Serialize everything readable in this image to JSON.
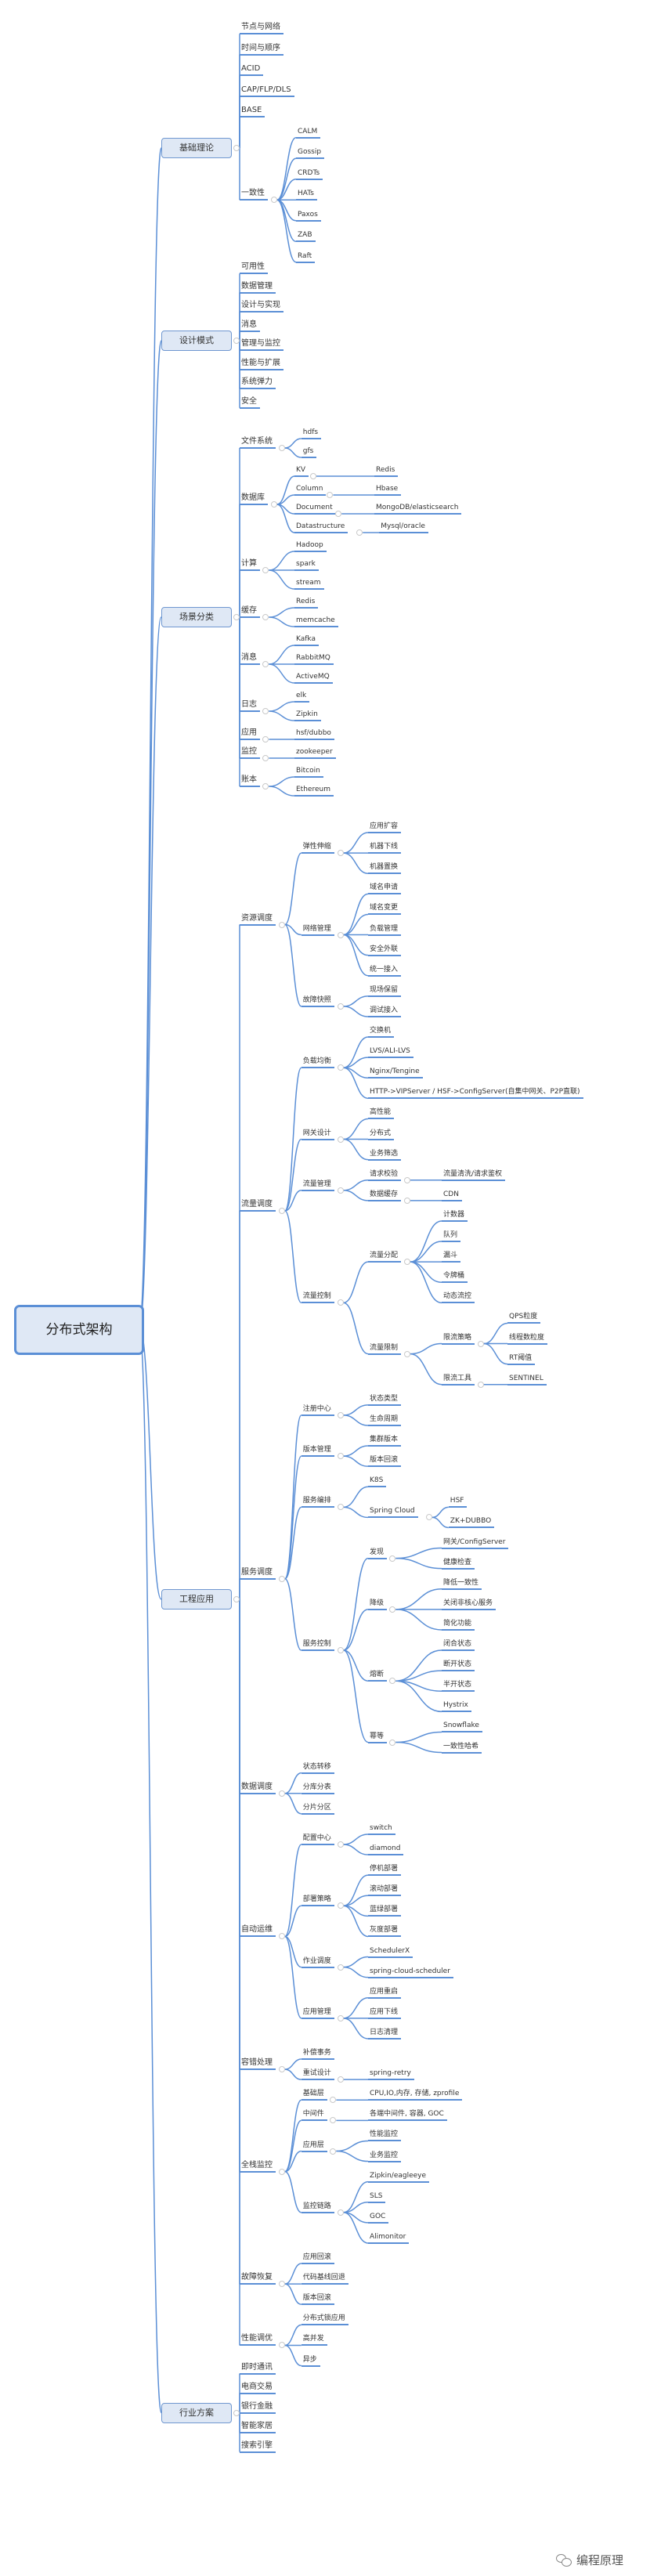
{
  "root": "分布式架构",
  "watermark": "编程原理",
  "sections": [
    {
      "label": "基础理论",
      "children": [
        {
          "label": "节点与网络"
        },
        {
          "label": "时间与顺序"
        },
        {
          "label": "ACID"
        },
        {
          "label": "CAP/FLP/DLS"
        },
        {
          "label": "BASE"
        },
        {
          "label": "一致性",
          "children": [
            {
              "label": "CALM"
            },
            {
              "label": "Gossip"
            },
            {
              "label": "CRDTs"
            },
            {
              "label": "HATs"
            },
            {
              "label": "Paxos"
            },
            {
              "label": "ZAB"
            },
            {
              "label": "Raft"
            }
          ]
        }
      ]
    },
    {
      "label": "设计模式",
      "children": [
        {
          "label": "可用性"
        },
        {
          "label": "数据管理"
        },
        {
          "label": "设计与实现"
        },
        {
          "label": "消息"
        },
        {
          "label": "管理与监控"
        },
        {
          "label": "性能与扩展"
        },
        {
          "label": "系统弹力"
        },
        {
          "label": "安全"
        }
      ]
    },
    {
      "label": "场景分类",
      "children": [
        {
          "label": "文件系统",
          "children": [
            {
              "label": "hdfs"
            },
            {
              "label": "gfs"
            }
          ]
        },
        {
          "label": "数据库",
          "children": [
            {
              "label": "KV",
              "children": [
                {
                  "label": "Redis"
                }
              ]
            },
            {
              "label": "Column",
              "children": [
                {
                  "label": "Hbase"
                }
              ]
            },
            {
              "label": "Document",
              "children": [
                {
                  "label": "MongoDB/elasticsearch"
                }
              ]
            },
            {
              "label": "Datastructure",
              "children": [
                {
                  "label": "Mysql/oracle"
                }
              ]
            }
          ]
        },
        {
          "label": "计算",
          "children": [
            {
              "label": "Hadoop"
            },
            {
              "label": "spark"
            },
            {
              "label": "stream"
            }
          ]
        },
        {
          "label": "缓存",
          "children": [
            {
              "label": "Redis"
            },
            {
              "label": "memcache"
            }
          ]
        },
        {
          "label": "消息",
          "children": [
            {
              "label": "Kafka"
            },
            {
              "label": "RabbitMQ"
            },
            {
              "label": "ActiveMQ"
            }
          ]
        },
        {
          "label": "日志",
          "children": [
            {
              "label": "elk"
            },
            {
              "label": "Zipkin"
            }
          ]
        },
        {
          "label": "应用",
          "children": [
            {
              "label": "hsf/dubbo"
            }
          ]
        },
        {
          "label": "监控",
          "children": [
            {
              "label": "zookeeper"
            }
          ]
        },
        {
          "label": "账本",
          "children": [
            {
              "label": "Bitcoin"
            },
            {
              "label": "Ethereum"
            }
          ]
        }
      ]
    },
    {
      "label": "工程应用",
      "children": [
        {
          "label": "资源调度",
          "children": [
            {
              "label": "弹性伸缩",
              "children": [
                {
                  "label": "应用扩容"
                },
                {
                  "label": "机器下线"
                },
                {
                  "label": "机器置换"
                }
              ]
            },
            {
              "label": "网络管理",
              "children": [
                {
                  "label": "域名申请"
                },
                {
                  "label": "域名变更"
                },
                {
                  "label": "负载管理"
                },
                {
                  "label": "安全外联"
                },
                {
                  "label": "统一接入"
                }
              ]
            },
            {
              "label": "故障快照",
              "children": [
                {
                  "label": "现场保留"
                },
                {
                  "label": "调试接入"
                }
              ]
            }
          ]
        },
        {
          "label": "流量调度",
          "children": [
            {
              "label": "负载均衡",
              "children": [
                {
                  "label": "交换机"
                },
                {
                  "label": "LVS/ALI-LVS"
                },
                {
                  "label": "Nginx/Tengine"
                },
                {
                  "label": "HTTP->VIPServer / HSF->ConfigServer(自集中网关、P2P直联)"
                }
              ]
            },
            {
              "label": "网关设计",
              "children": [
                {
                  "label": "高性能"
                },
                {
                  "label": "分布式"
                },
                {
                  "label": "业务筛选"
                }
              ]
            },
            {
              "label": "流量管理",
              "children": [
                {
                  "label": "请求校验",
                  "children": [
                    {
                      "label": "流量清洗/请求鉴权"
                    }
                  ]
                },
                {
                  "label": "数据缓存",
                  "children": [
                    {
                      "label": "CDN"
                    }
                  ]
                }
              ]
            },
            {
              "label": "流量控制",
              "children": [
                {
                  "label": "流量分配",
                  "children": [
                    {
                      "label": "计数器"
                    },
                    {
                      "label": "队列"
                    },
                    {
                      "label": "漏斗"
                    },
                    {
                      "label": "令牌桶"
                    },
                    {
                      "label": "动态流控"
                    }
                  ]
                },
                {
                  "label": "流量限制",
                  "children": [
                    {
                      "label": "限流策略",
                      "children": [
                        {
                          "label": "QPS粒度"
                        },
                        {
                          "label": "线程数粒度"
                        },
                        {
                          "label": "RT阈值"
                        }
                      ]
                    },
                    {
                      "label": "限流工具",
                      "children": [
                        {
                          "label": "SENTINEL"
                        }
                      ]
                    }
                  ]
                }
              ]
            }
          ]
        },
        {
          "label": "服务调度",
          "children": [
            {
              "label": "注册中心",
              "children": [
                {
                  "label": "状态类型"
                },
                {
                  "label": "生命周期"
                }
              ]
            },
            {
              "label": "版本管理",
              "children": [
                {
                  "label": "集群版本"
                },
                {
                  "label": "版本回滚"
                }
              ]
            },
            {
              "label": "服务编排",
              "children": [
                {
                  "label": "K8S"
                },
                {
                  "label": "Spring Cloud",
                  "children": [
                    {
                      "label": "HSF"
                    },
                    {
                      "label": "ZK+DUBBO"
                    }
                  ]
                }
              ]
            },
            {
              "label": "服务控制",
              "children": [
                {
                  "label": "发现",
                  "children": [
                    {
                      "label": "网关/ConfigServer"
                    },
                    {
                      "label": "健康检查"
                    }
                  ]
                },
                {
                  "label": "降级",
                  "children": [
                    {
                      "label": "降低一致性"
                    },
                    {
                      "label": "关闭非核心服务"
                    },
                    {
                      "label": "简化功能"
                    }
                  ]
                },
                {
                  "label": "熔断",
                  "children": [
                    {
                      "label": "闭合状态"
                    },
                    {
                      "label": "断开状态"
                    },
                    {
                      "label": "半开状态"
                    },
                    {
                      "label": "Hystrix"
                    }
                  ]
                },
                {
                  "label": "幂等",
                  "children": [
                    {
                      "label": "Snowflake"
                    },
                    {
                      "label": "一致性哈希"
                    }
                  ]
                }
              ]
            }
          ]
        },
        {
          "label": "数据调度",
          "children": [
            {
              "label": "状态转移"
            },
            {
              "label": "分库分表"
            },
            {
              "label": "分片分区"
            }
          ]
        },
        {
          "label": "自动运维",
          "children": [
            {
              "label": "配置中心",
              "children": [
                {
                  "label": "switch"
                },
                {
                  "label": "diamond"
                }
              ]
            },
            {
              "label": "部署策略",
              "children": [
                {
                  "label": "停机部署"
                },
                {
                  "label": "滚动部署"
                },
                {
                  "label": "蓝绿部署"
                },
                {
                  "label": "灰度部署"
                }
              ]
            },
            {
              "label": "作业调度",
              "children": [
                {
                  "label": "SchedulerX"
                },
                {
                  "label": "spring-cloud-scheduler"
                }
              ]
            },
            {
              "label": "应用管理",
              "children": [
                {
                  "label": "应用重启"
                },
                {
                  "label": "应用下线"
                },
                {
                  "label": "日志清理"
                }
              ]
            }
          ]
        },
        {
          "label": "容错处理",
          "children": [
            {
              "label": "补偿事务"
            },
            {
              "label": "重试设计",
              "children": [
                {
                  "label": "spring-retry"
                }
              ]
            }
          ]
        },
        {
          "label": "全栈监控",
          "children": [
            {
              "label": "基础层",
              "children": [
                {
                  "label": "CPU,IO,内存, 存储, zprofile"
                }
              ]
            },
            {
              "label": "中间件",
              "children": [
                {
                  "label": "各端中间件, 容器, GOC"
                }
              ]
            },
            {
              "label": "应用层",
              "children": [
                {
                  "label": "性能监控"
                },
                {
                  "label": "业务监控"
                }
              ]
            },
            {
              "label": "监控链路",
              "children": [
                {
                  "label": "Zipkin/eagleeye"
                },
                {
                  "label": "SLS"
                },
                {
                  "label": "GOC"
                },
                {
                  "label": "Alimonitor"
                }
              ]
            }
          ]
        },
        {
          "label": "故障恢复",
          "children": [
            {
              "label": "应用回滚"
            },
            {
              "label": "代码基线回退"
            },
            {
              "label": "版本回滚"
            }
          ]
        },
        {
          "label": "性能调优",
          "children": [
            {
              "label": "分布式锁应用"
            },
            {
              "label": "高并发"
            },
            {
              "label": "异步"
            }
          ]
        }
      ]
    },
    {
      "label": "行业方案",
      "children": [
        {
          "label": "即时通讯"
        },
        {
          "label": "电商交易"
        },
        {
          "label": "银行金融"
        },
        {
          "label": "智能家居"
        },
        {
          "label": "搜索引擎"
        }
      ]
    }
  ]
}
